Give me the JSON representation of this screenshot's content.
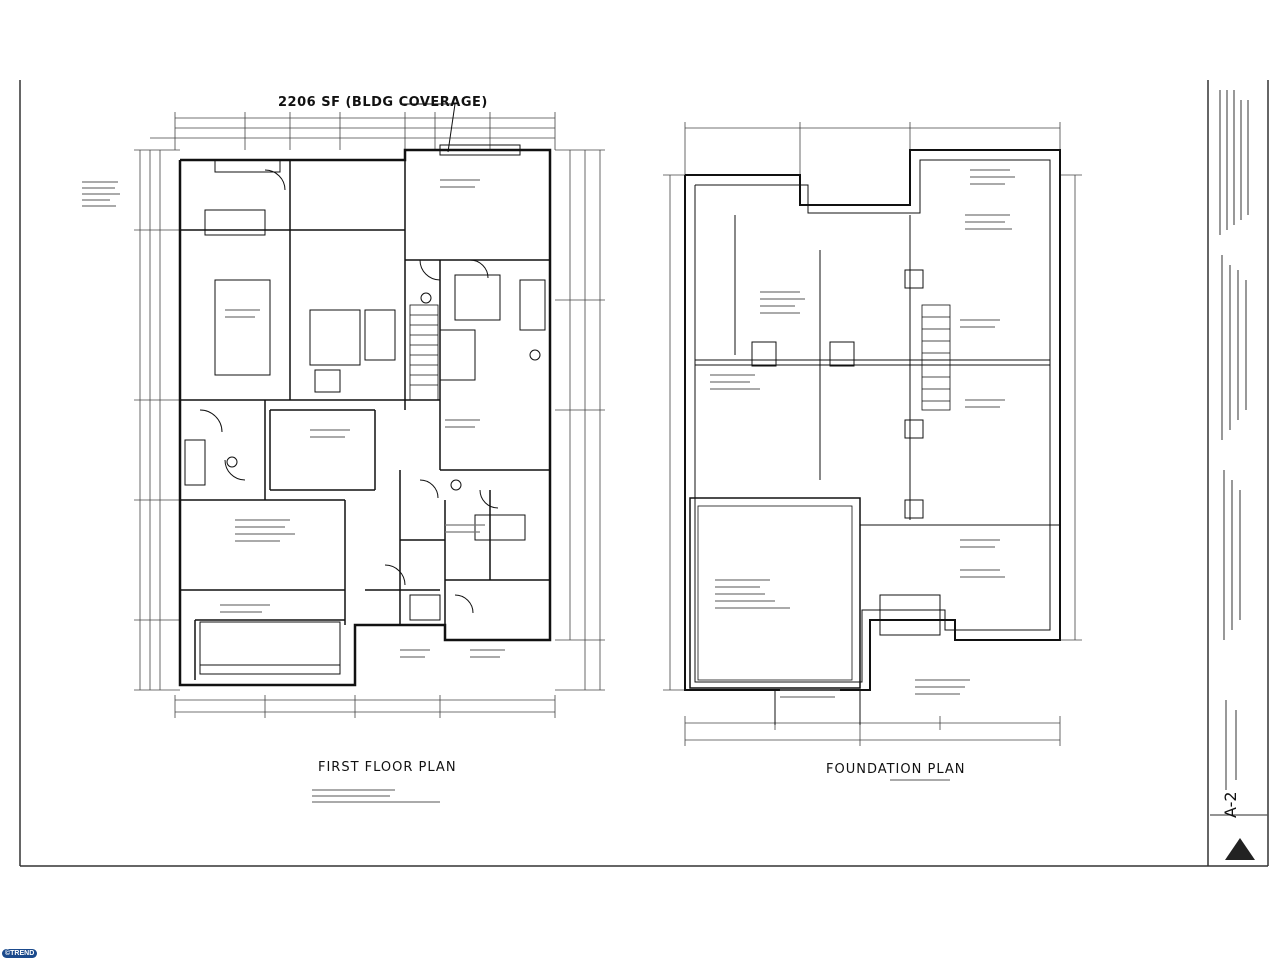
{
  "sheet": {
    "first_floor_title": "FIRST FLOOR PLAN",
    "foundation_title": "FOUNDATION PLAN",
    "coverage_callout": "2206 SF (BLDG COVERAGE)",
    "sheet_number": "A-2"
  },
  "watermark": {
    "logo_text": "©TREND",
    "colors": {
      "logo_bg": "#1b4a8c",
      "logo_text": "#ffffff"
    }
  }
}
